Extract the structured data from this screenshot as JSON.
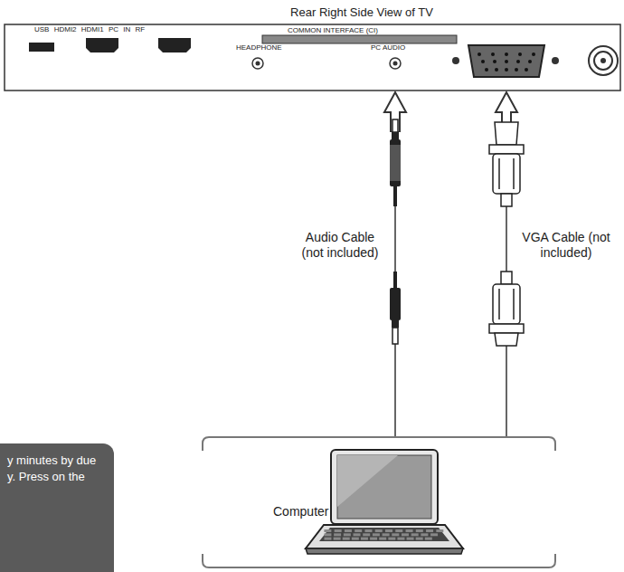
{
  "diagram": {
    "title": "Rear Right Side View of TV",
    "nodes": [
      {
        "text": [
          "USB HDMI2 HDMI1 PC IN RF",
          "COMMON INTERFACE (CI)",
          "HEADPHONE",
          "PC AUDIO"
        ]
      },
      {
        "text": [
          "Computer"
        ]
      },
      {
        "text": [
          "y minutes by due y. Press on the"
        ]
      }
    ],
    "edges": [
      {
        "from": 1,
        "to": 0,
        "arrow": "to",
        "label": "Audio Cable (not included)"
      },
      {
        "from": 1,
        "to": 0,
        "arrow": "to",
        "label": "VGA Cable (not included)"
      }
    ]
  }
}
